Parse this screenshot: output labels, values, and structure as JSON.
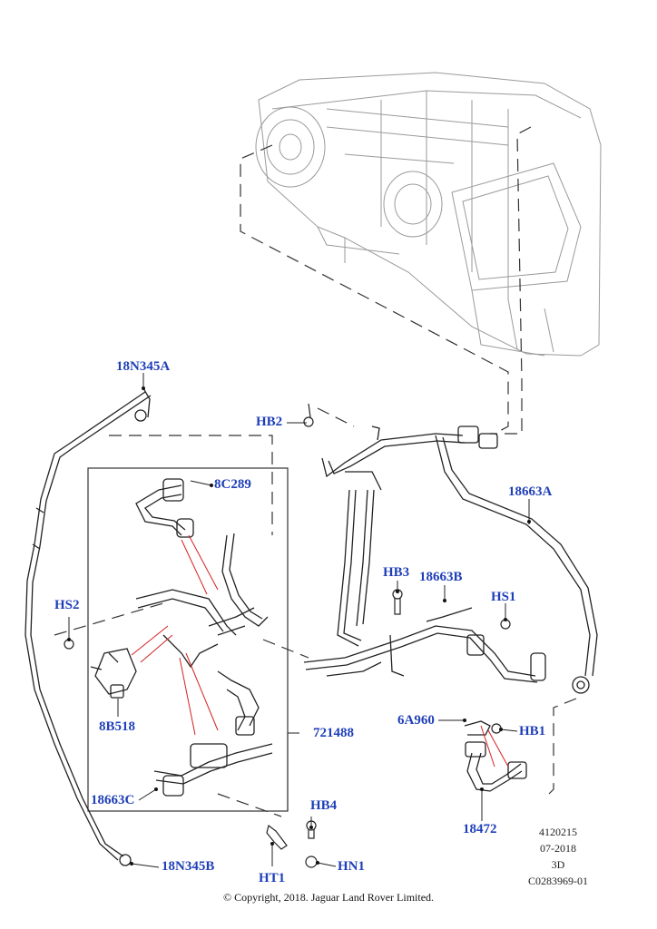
{
  "callouts": {
    "c18N345A": "18N345A",
    "hb2": "HB2",
    "c8C289": "8C289",
    "c18663A": "18663A",
    "hs2": "HS2",
    "hb3": "HB3",
    "c18663B": "18663B",
    "hs1": "HS1",
    "c8B518": "8B518",
    "c6A960": "6A960",
    "hb1": "HB1",
    "c721488": "721488",
    "c18663C": "18663C",
    "hb4": "HB4",
    "c18472": "18472",
    "ht1": "HT1",
    "hn1": "HN1",
    "c18N345B": "18N345B"
  },
  "meta": {
    "ref": "4120215",
    "date": "07-2018",
    "view": "3D",
    "code": "C0283969-01"
  },
  "copyright": "© Copyright, 2018. Jaguar Land Rover Limited.",
  "colors": {
    "callout": "#1f3fb8",
    "line": "#222222",
    "leader_red": "#d42020",
    "ghost": "#9a9a9a"
  }
}
